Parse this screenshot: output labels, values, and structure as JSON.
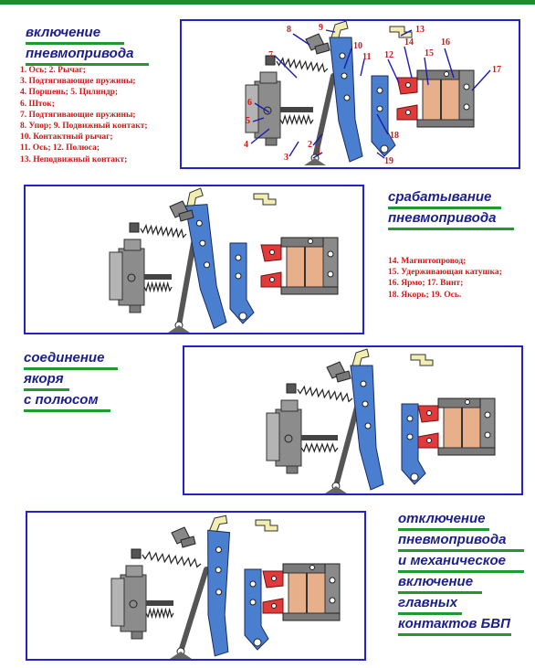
{
  "heading1": [
    "включение",
    "пневмопривода"
  ],
  "heading2": [
    "срабатывание",
    "пневмопривода"
  ],
  "heading3": [
    "соединение",
    "якоря",
    "с полюсом"
  ],
  "heading4": [
    "отключение",
    "пневмопривода",
    "и механическое",
    "включение",
    "главных",
    "контактов БВП"
  ],
  "legend1": [
    "1. Ось;   2. Рычаг;",
    "3. Подтягивающие пружины;",
    "4. Поршень;   5. Цилиндр;",
    "6. Шток;",
    "7. Подтягивающие пружины;",
    "8. Упор;   9. Подвижный контакт;",
    "10. Контактный рычаг;",
    "11. Ось;   12. Полюса;",
    "13. Неподвижный контакт;"
  ],
  "legend2": [
    "14. Магнитопровод;",
    "15. Удерживающая катушка;",
    "16. Ярмо;   17. Винт;",
    "18. Якорь; 19. Ось."
  ],
  "part_numbers": [
    "1",
    "2",
    "3",
    "4",
    "5",
    "6",
    "7",
    "8",
    "9",
    "10",
    "11",
    "12",
    "13",
    "14",
    "15",
    "16",
    "17",
    "18",
    "19"
  ],
  "colors": {
    "frame": "#2222c8",
    "heading": "#1b1e8c",
    "underline": "#1f9a2e",
    "legend": "#d01818",
    "metal": "#8c8c8c",
    "lever": "#4a7fd0",
    "pole": "#e03a3a",
    "coil": "#e8b08a",
    "yoke": "#7a7a7a",
    "contact": "#f2eeb0"
  }
}
